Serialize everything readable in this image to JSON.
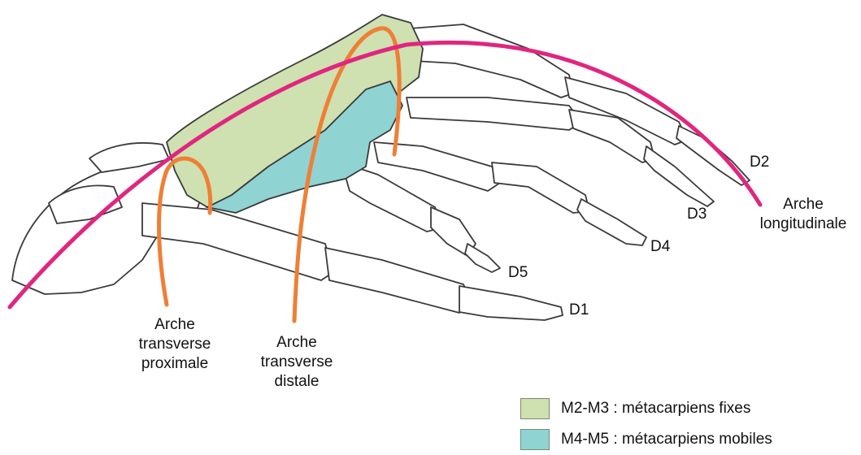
{
  "labels": {
    "digits": {
      "d1": "D1",
      "d2": "D2",
      "d3": "D3",
      "d4": "D4",
      "d5": "D5"
    },
    "arch_longitudinal": [
      "Arche",
      "longitudinale"
    ],
    "arch_transverse_proximal": [
      "Arche",
      "transverse",
      "proximale"
    ],
    "arch_transverse_distal": [
      "Arche",
      "transverse",
      "distale"
    ]
  },
  "legend": {
    "items": [
      {
        "label": "M2-M3 : métacarpiens fixes",
        "color": "#cfe0b1"
      },
      {
        "label": "M4-M5 : métacarpiens mobiles",
        "color": "#8fd3d3"
      }
    ]
  },
  "colors": {
    "bone_fill": "#ffffff",
    "bone_stroke": "#3a3a3a",
    "fixed_metacarpals": "#cfe0b1",
    "mobile_metacarpals": "#8fd3d3",
    "longitudinal_arch": "#e0267f",
    "transverse_arches": "#ef7f35"
  }
}
